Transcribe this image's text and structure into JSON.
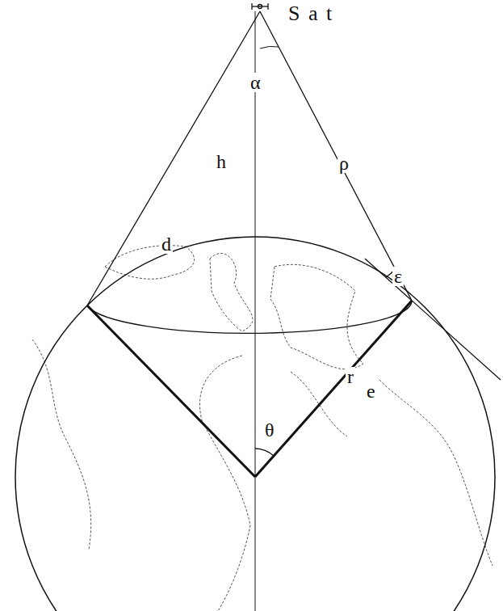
{
  "diagram": {
    "labels": [
      "S a t",
      "α",
      "h",
      "ρ",
      "d",
      "ε",
      "r",
      "e",
      "θ"
    ]
  }
}
